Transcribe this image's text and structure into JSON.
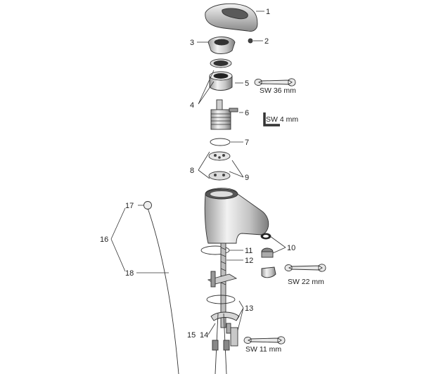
{
  "callouts": {
    "c1": "1",
    "c2": "2",
    "c3": "3",
    "c4": "4",
    "c5": "5",
    "c6": "6",
    "c7": "7",
    "c8": "8",
    "c9": "9",
    "c10": "10",
    "c11": "11",
    "c12": "12",
    "c13": "13",
    "c14": "14",
    "c15": "15",
    "c16": "16",
    "c17": "17",
    "c18": "18"
  },
  "tools": {
    "wrench_36": "SW 36 mm",
    "hex_key_4": "SW 4 mm",
    "wrench_22": "SW 22 mm",
    "wrench_11": "SW 11 mm"
  },
  "icons": [
    "wrench-icon",
    "hex-key-icon"
  ]
}
